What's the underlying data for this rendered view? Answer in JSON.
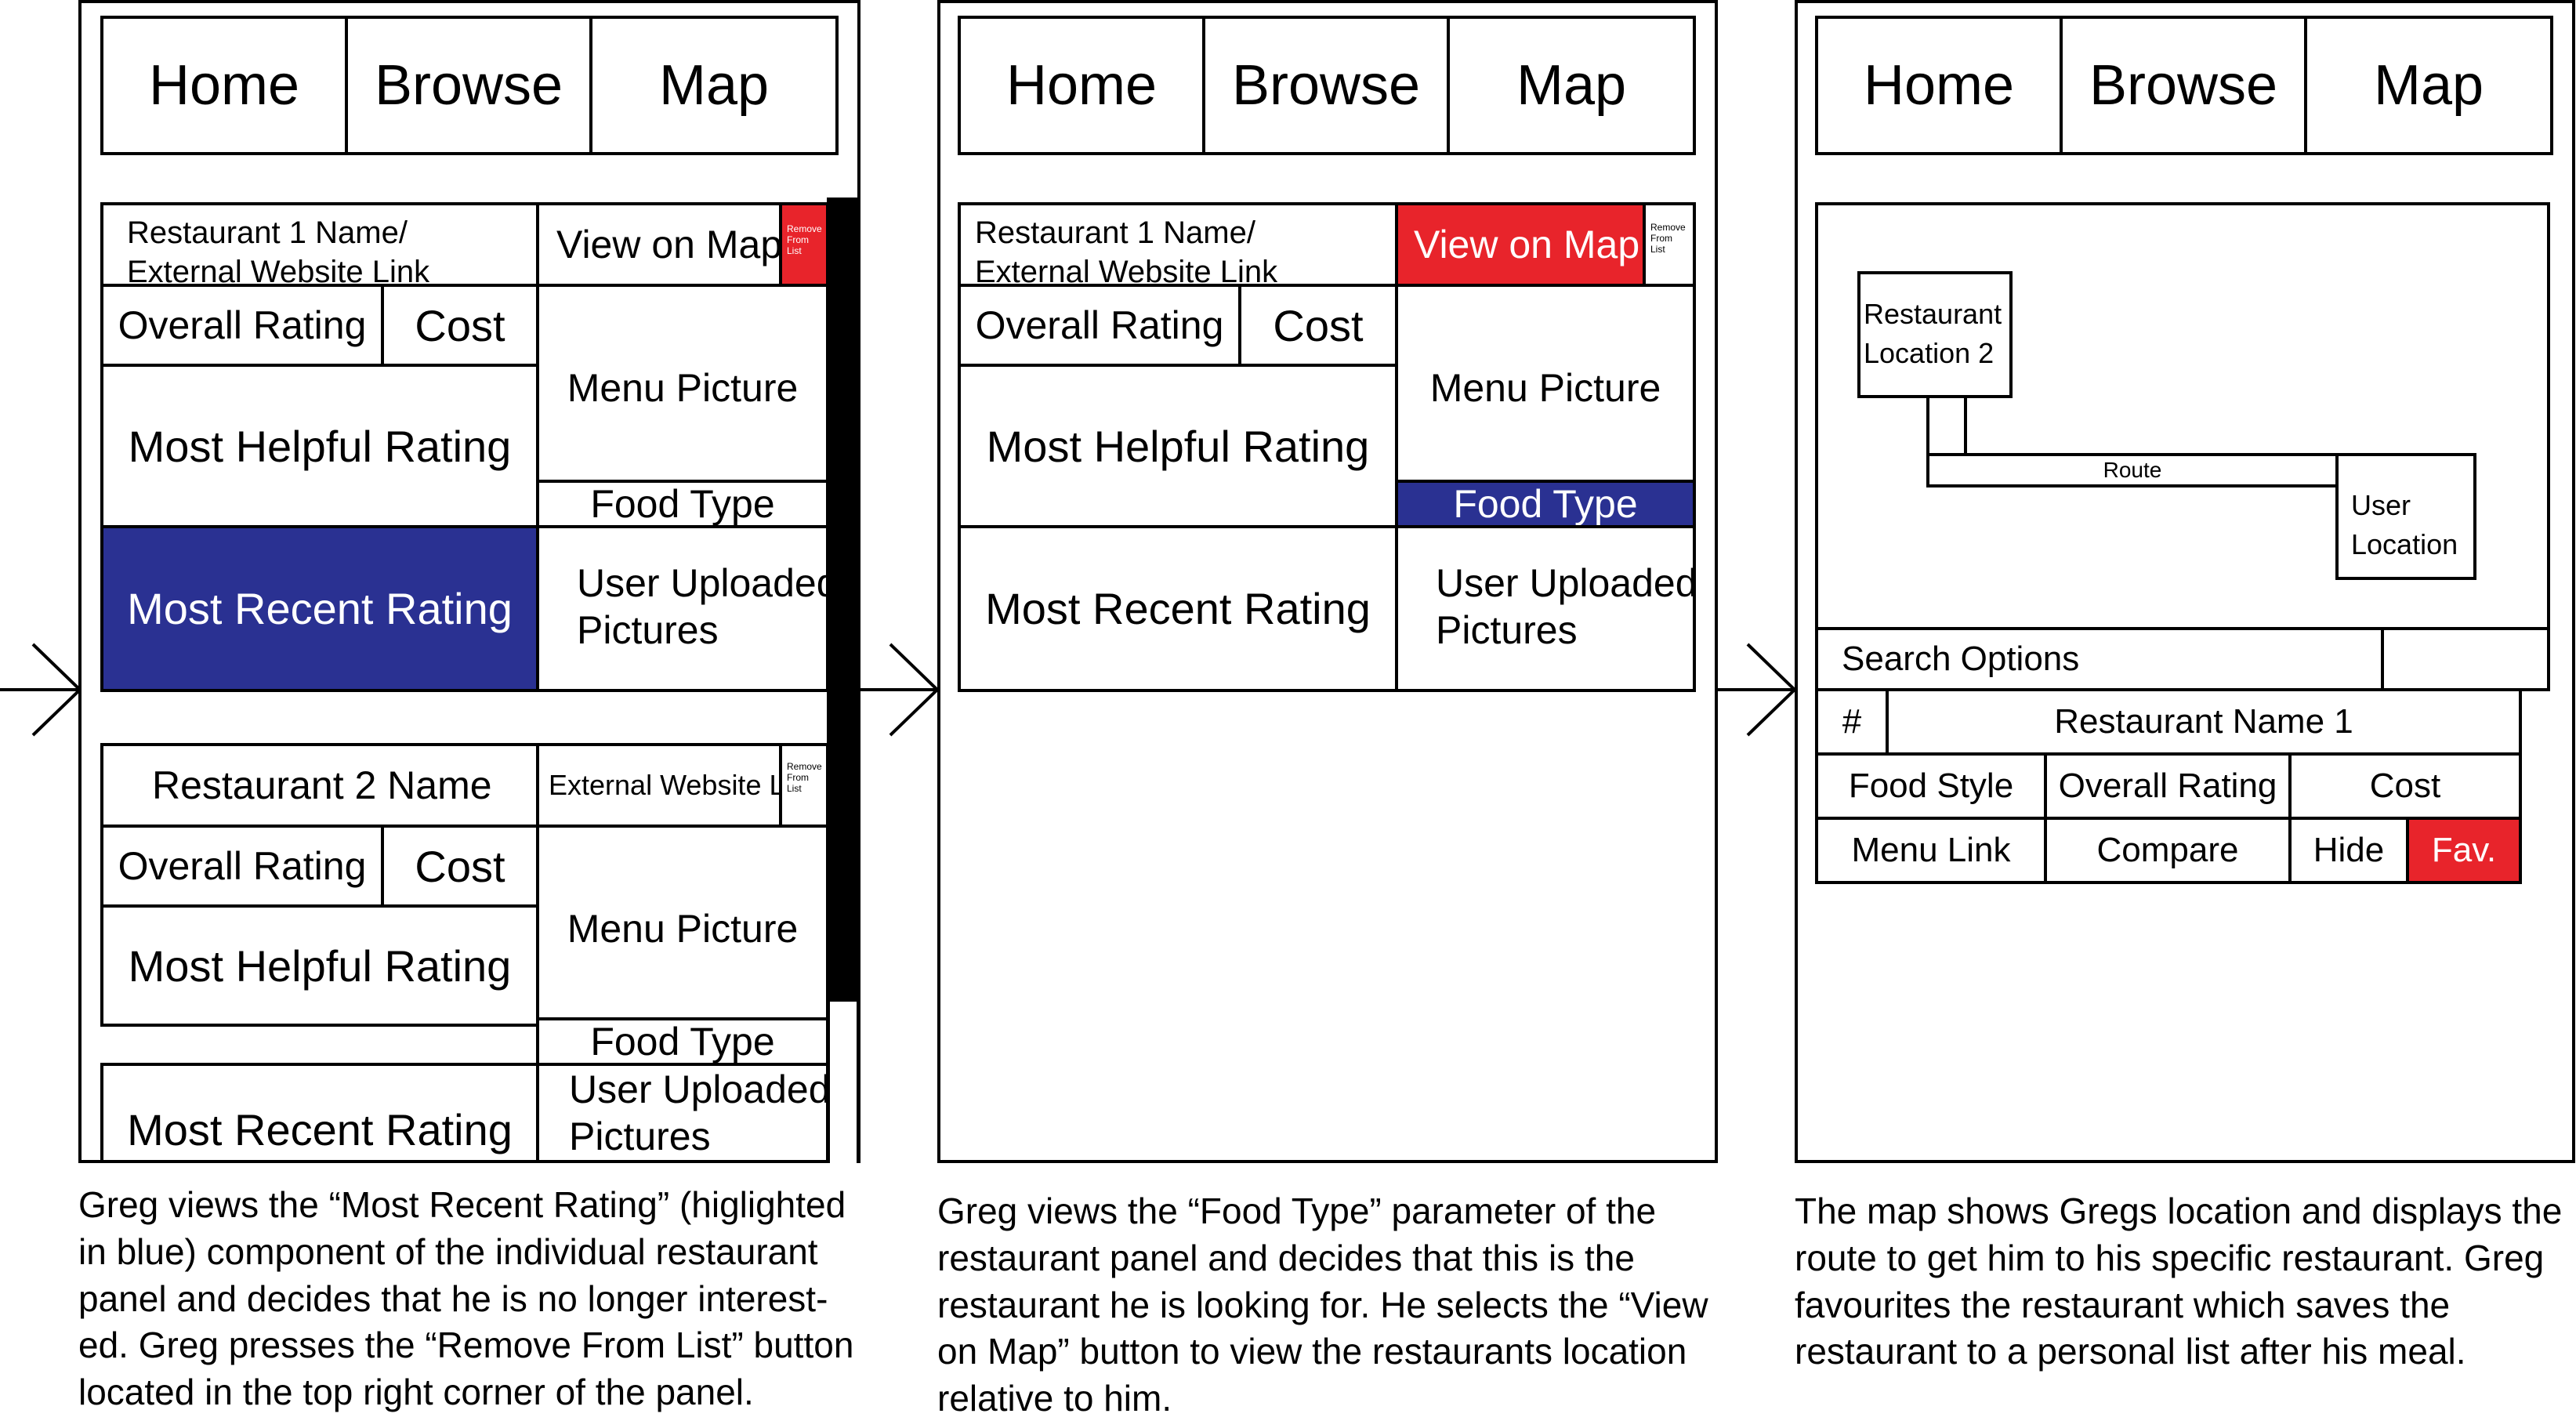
{
  "nav": {
    "home": "Home",
    "browse": "Browse",
    "map": "Map"
  },
  "panel1": {
    "restaurant1": {
      "name_line1": "Restaurant 1 Name/",
      "name_line2": "External Website Link",
      "view_on_map": "View on Map",
      "remove_line1": "Remove",
      "remove_line2": "From",
      "remove_line3": "List",
      "overall_rating": "Overall Rating",
      "cost": "Cost",
      "menu_picture": "Menu Picture",
      "most_helpful": "Most Helpful Rating",
      "food_type": "Food Type",
      "most_recent": "Most Recent Rating",
      "user_pics_line1": "User Uploaded",
      "user_pics_line2": "Pictures"
    },
    "restaurant2": {
      "name": "Restaurant 2 Name",
      "external_link": "External Website Link",
      "remove_line1": "Remove",
      "remove_line2": "From",
      "remove_line3": "List",
      "overall_rating": "Overall Rating",
      "cost": "Cost",
      "menu_picture": "Menu Picture",
      "most_helpful": "Most Helpful Rating",
      "food_type": "Food Type",
      "most_recent": "Most Recent Rating",
      "user_pics_line1": "User Uploaded",
      "user_pics_line2": "Pictures"
    },
    "caption": [
      "Greg views the “Most Recent Rating” (higlighted",
      "in blue) component of the individual restaurant",
      "panel and decides that he is no longer interest-",
      "ed. Greg presses the “Remove From List” button",
      "located in the top right corner of the panel."
    ]
  },
  "panel2": {
    "name_line1": "Restaurant 1 Name/",
    "name_line2": "External Website Link",
    "view_on_map": "View on Map",
    "remove_line1": "Remove",
    "remove_line2": "From",
    "remove_line3": "List",
    "overall_rating": "Overall Rating",
    "cost": "Cost",
    "menu_picture": "Menu Picture",
    "most_helpful": "Most Helpful Rating",
    "food_type": "Food Type",
    "most_recent": "Most Recent Rating",
    "user_pics_line1": "User Uploaded",
    "user_pics_line2": "Pictures",
    "caption": [
      "Greg views the “Food Type” parameter of the",
      "restaurant panel and decides that this is the",
      "restaurant he is looking for. He selects the “View",
      "on Map” button to view the restaurants location",
      "relative to him."
    ]
  },
  "panel3": {
    "map": {
      "restaurant_loc_line1": "Restaurant",
      "restaurant_loc_line2": "Location 2",
      "route": "Route",
      "user_loc_line1": "User",
      "user_loc_line2": "Location"
    },
    "search_options": "Search Options",
    "row": {
      "hash": "#",
      "name": "Restaurant Name 1",
      "food_style": "Food Style",
      "overall_rating": "Overall Rating",
      "cost": "Cost",
      "menu_link": "Menu Link",
      "compare": "Compare",
      "hide": "Hide",
      "fav": "Fav."
    },
    "caption": [
      "The map shows Gregs location and displays the",
      "route to get him to his specific restaurant. Greg",
      "favourites the restaurant which saves the",
      "restaurant to a personal list after his meal."
    ]
  },
  "colors": {
    "highlight_red": "#e8242b",
    "highlight_blue": "#2a3192",
    "scrollbar": "#000000"
  }
}
